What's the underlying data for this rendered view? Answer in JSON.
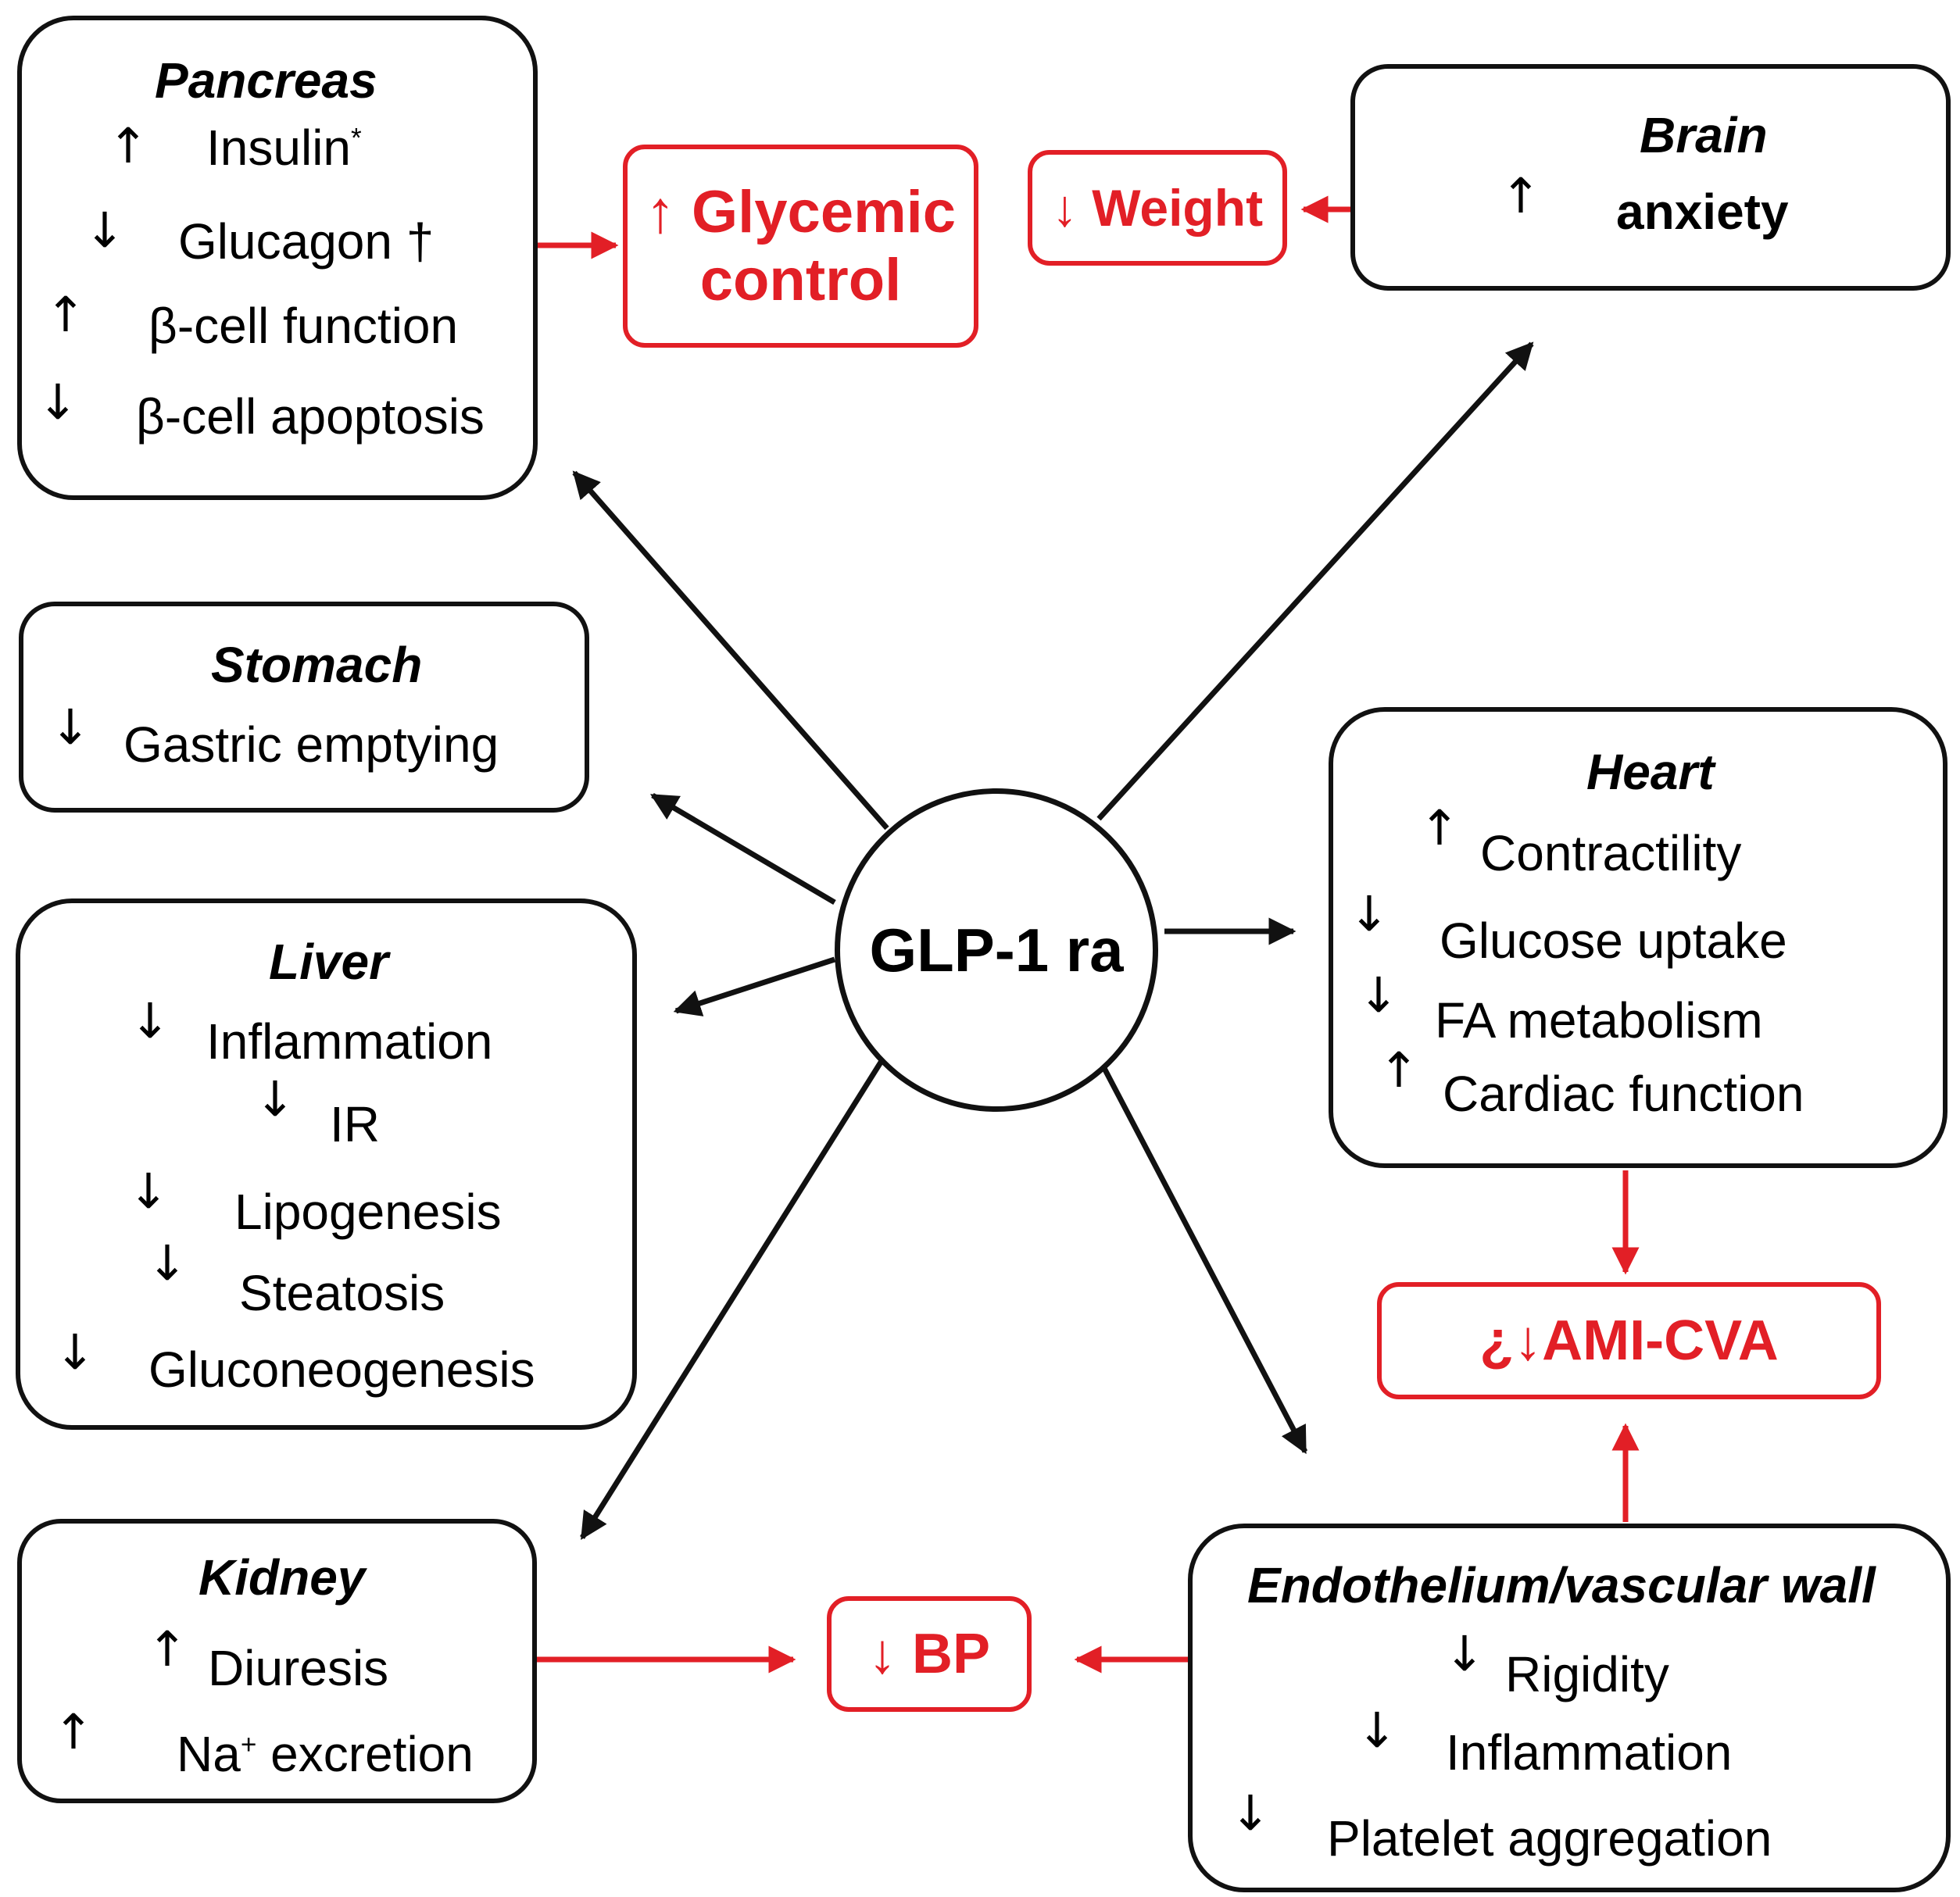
{
  "center": {
    "label": "GLP-1 ra"
  },
  "organs": {
    "pancreas": {
      "title": "Pancreas",
      "items": [
        {
          "arrow": "↑",
          "text": "Insulin",
          "mark": "*"
        },
        {
          "arrow": "↓",
          "text": "Glucagon †"
        },
        {
          "arrow": "↑",
          "text": "β-cell function"
        },
        {
          "arrow": "↓",
          "text": "β-cell apoptosis"
        }
      ]
    },
    "stomach": {
      "title": "Stomach",
      "items": [
        {
          "arrow": "↓",
          "text": "Gastric emptying"
        }
      ]
    },
    "liver": {
      "title": "Liver",
      "items": [
        {
          "arrow": "↓",
          "text": "Inflammation"
        },
        {
          "arrow": "↓",
          "text": "IR"
        },
        {
          "arrow": "↓",
          "text": "Lipogenesis"
        },
        {
          "arrow": "↓",
          "text": "Steatosis"
        },
        {
          "arrow": "↓",
          "text": "Gluconeogenesis"
        }
      ]
    },
    "kidney": {
      "title": "Kidney",
      "items": [
        {
          "arrow": "↑",
          "text": "Diuresis"
        },
        {
          "arrow": "↑",
          "text": "Na",
          "sup": "+",
          "rest": " excretion"
        }
      ]
    },
    "brain": {
      "title": "Brain",
      "items": [
        {
          "arrow": "↑",
          "text": "anxiety"
        }
      ]
    },
    "heart": {
      "title": "Heart",
      "items": [
        {
          "arrow": "↑",
          "text": "Contractility"
        },
        {
          "arrow": "↓",
          "text": "Glucose uptake"
        },
        {
          "arrow": "↓",
          "text": "FA metabolism"
        },
        {
          "arrow": "↑",
          "text": "Cardiac function"
        }
      ]
    },
    "endothelium": {
      "title": "Endothelium/vascular wall",
      "items": [
        {
          "arrow": "↓",
          "text": "Rigidity"
        },
        {
          "arrow": "↓",
          "text": "Inflammation"
        },
        {
          "arrow": "↓",
          "text": "Platelet aggregation"
        }
      ]
    }
  },
  "outcomes": {
    "glycemic": {
      "line1": "↑  Glycemic",
      "line2": "control"
    },
    "weight": {
      "label": "↓ Weight"
    },
    "ami": {
      "label": "¿↓AMI-CVA"
    },
    "bp": {
      "label": "↓ BP"
    }
  },
  "colors": {
    "outline": "#111111",
    "accent": "#e21f26",
    "background": "#ffffff"
  }
}
